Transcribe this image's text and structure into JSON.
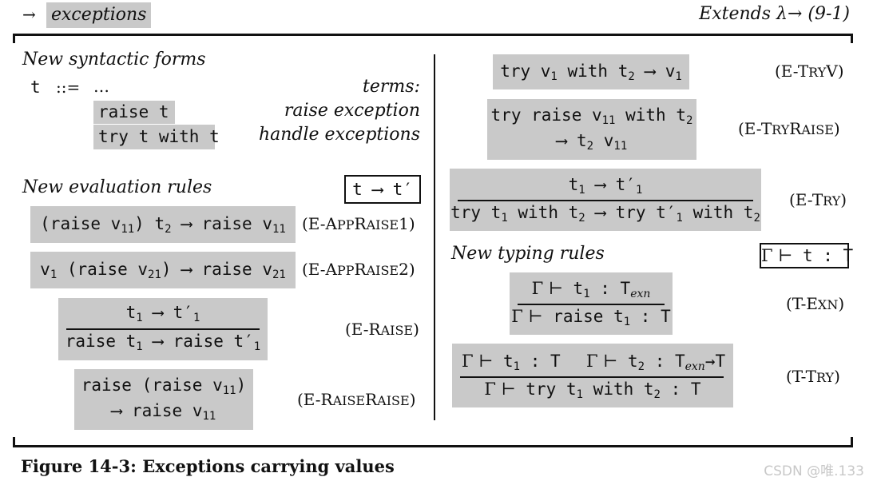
{
  "header": {
    "arrow": "→",
    "title": "exceptions",
    "extends": "Extends λ→ (9-1)"
  },
  "left": {
    "syntax_heading": "New syntactic forms",
    "syntax": {
      "t": "t",
      "defn": "::=",
      "dots": "…",
      "terms_label": "terms:",
      "raise_form": "raise t",
      "raise_desc": "raise exception",
      "try_form": "try t with t",
      "try_desc": "handle exceptions"
    },
    "eval_heading": "New evaluation rules",
    "eval_judgment": "t ⟶ t′",
    "rules": {
      "appraise1": {
        "term": "(raise v11) t2 ⟶ raise v11",
        "label": "(E-AppRaise1)"
      },
      "appraise2": {
        "term": "v1 (raise v21) ⟶ raise v21",
        "label": "(E-AppRaise2)"
      },
      "raise": {
        "premise": "t1 ⟶ t′1",
        "conclusion": "raise t1 ⟶ raise t′1",
        "label": "(E-Raise)"
      },
      "raiseraise": {
        "line1": "raise (raise v11)",
        "line2": "⟶ raise v11",
        "label": "(E-RaiseRaise)"
      }
    }
  },
  "right": {
    "tryv": {
      "term": "try v1 with t2 ⟶ v1",
      "label": "(E-TryV)"
    },
    "tryraise": {
      "line1": "try raise v11 with t2",
      "line2": "⟶ t2 v11",
      "label": "(E-TryRaise)"
    },
    "try": {
      "premise": "t1 ⟶ t′1",
      "conclusion": "try t1 with t2 ⟶ try t′1 with t2",
      "label": "(E-Try)"
    },
    "typing_heading": "New typing rules",
    "typing_judgment": "Γ ⊢ t : T",
    "texn": {
      "premise": "Γ ⊢ t1 : Texn",
      "conclusion": "Γ ⊢ raise t1 : T",
      "label": "(T-Exn)"
    },
    "ttry": {
      "premise1": "Γ ⊢ t1 : T",
      "premise2": "Γ ⊢ t2 : Texn→T",
      "conclusion": "Γ ⊢ try t1 with t2 : T",
      "label": "(T-Try)"
    }
  },
  "caption": "Figure 14-3: Exceptions carrying values",
  "watermark": "CSDN @唯.133"
}
